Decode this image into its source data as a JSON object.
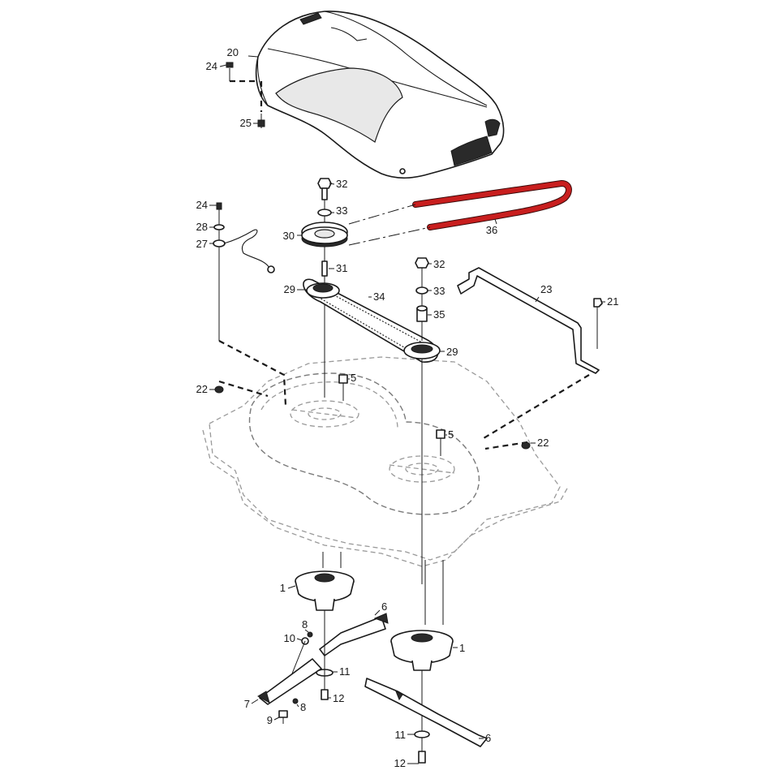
{
  "diagram": {
    "accent_color": "#c81e1e",
    "callouts": [
      {
        "id": "c20",
        "num": "20"
      },
      {
        "id": "c24a",
        "num": "24"
      },
      {
        "id": "c25",
        "num": "25"
      },
      {
        "id": "c32a",
        "num": "32"
      },
      {
        "id": "c33a",
        "num": "33"
      },
      {
        "id": "c30",
        "num": "30"
      },
      {
        "id": "c36",
        "num": "36"
      },
      {
        "id": "c24b",
        "num": "24"
      },
      {
        "id": "c28",
        "num": "28"
      },
      {
        "id": "c27",
        "num": "27"
      },
      {
        "id": "c31",
        "num": "31"
      },
      {
        "id": "c32b",
        "num": "32"
      },
      {
        "id": "c33b",
        "num": "33"
      },
      {
        "id": "c29a",
        "num": "29"
      },
      {
        "id": "c34",
        "num": "34"
      },
      {
        "id": "c35",
        "num": "35"
      },
      {
        "id": "c23",
        "num": "23"
      },
      {
        "id": "c21",
        "num": "21"
      },
      {
        "id": "c29b",
        "num": "29"
      },
      {
        "id": "c22a",
        "num": "22"
      },
      {
        "id": "c5a",
        "num": "5"
      },
      {
        "id": "c5b",
        "num": "5"
      },
      {
        "id": "c22b",
        "num": "22"
      },
      {
        "id": "c1a",
        "num": "1"
      },
      {
        "id": "c6a",
        "num": "6"
      },
      {
        "id": "c8a",
        "num": "8"
      },
      {
        "id": "c10",
        "num": "10"
      },
      {
        "id": "c1b",
        "num": "1"
      },
      {
        "id": "c11a",
        "num": "11"
      },
      {
        "id": "c7",
        "num": "7"
      },
      {
        "id": "c12a",
        "num": "12"
      },
      {
        "id": "c8b",
        "num": "8"
      },
      {
        "id": "c9",
        "num": "9"
      },
      {
        "id": "c6b",
        "num": "6"
      },
      {
        "id": "c11b",
        "num": "11"
      },
      {
        "id": "c12b",
        "num": "12"
      }
    ]
  }
}
